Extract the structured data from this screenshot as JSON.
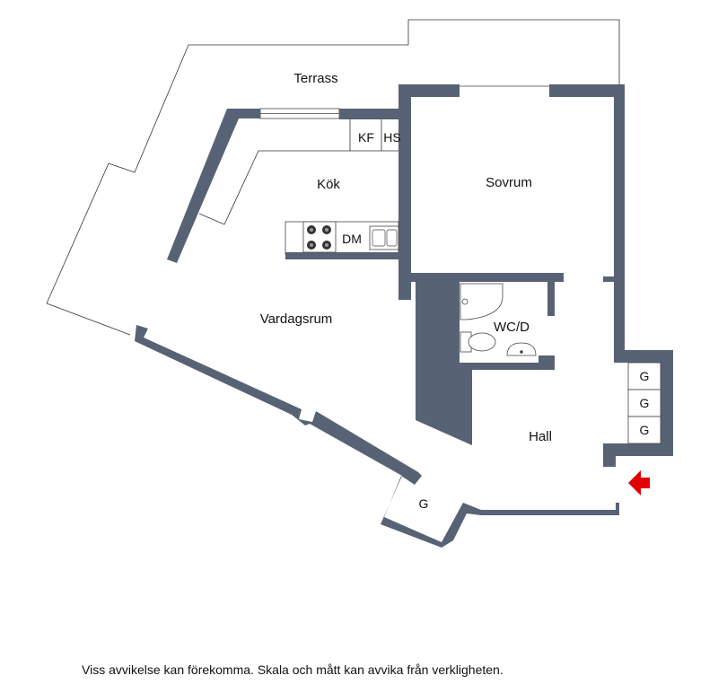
{
  "rooms": {
    "terrace": "Terrass",
    "kitchen": "Kök",
    "bedroom": "Sovrum",
    "living": "Vardagsrum",
    "wc": "WC/D",
    "hall": "Hall"
  },
  "fixtures": {
    "fridge": "KF",
    "freezer": "HS",
    "dishwasher": "DM",
    "closet_entry": "G",
    "closet_hall_1": "G",
    "closet_hall_2": "G",
    "closet_hall_3": "G"
  },
  "entrance_arrow": {
    "icon": "entrance-arrow-icon",
    "color": "#e00000"
  },
  "wall_color": "#586275",
  "disclaimer": "Viss avvikelse kan förekomma. Skala och mått kan avvika från verkligheten."
}
